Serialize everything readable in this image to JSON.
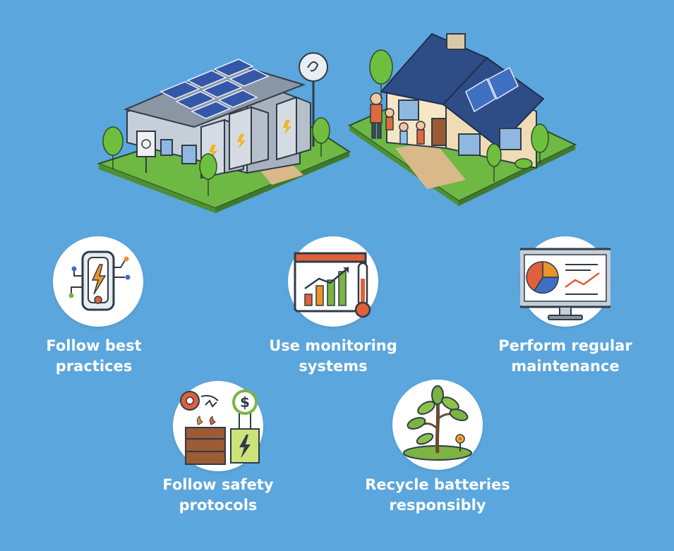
{
  "tips": [
    {
      "line1": "Follow best",
      "line2": "practices",
      "icon": "smart-battery-icon"
    },
    {
      "line1": "Use monitoring",
      "line2": "systems",
      "icon": "monitoring-chart-icon"
    },
    {
      "line1": "Perform regular",
      "line2": "maintenance",
      "icon": "computer-dashboard-icon"
    },
    {
      "line1": "Follow safety",
      "line2": "protocols",
      "icon": "safety-storage-icon"
    },
    {
      "line1": "Recycle batteries",
      "line2": "responsibly",
      "icon": "plant-icon"
    }
  ],
  "colors": {
    "background": "#5ba6dc",
    "text": "#ffffff",
    "accent_orange": "#e8942a",
    "accent_green": "#7cb342",
    "accent_red": "#e0603a"
  }
}
